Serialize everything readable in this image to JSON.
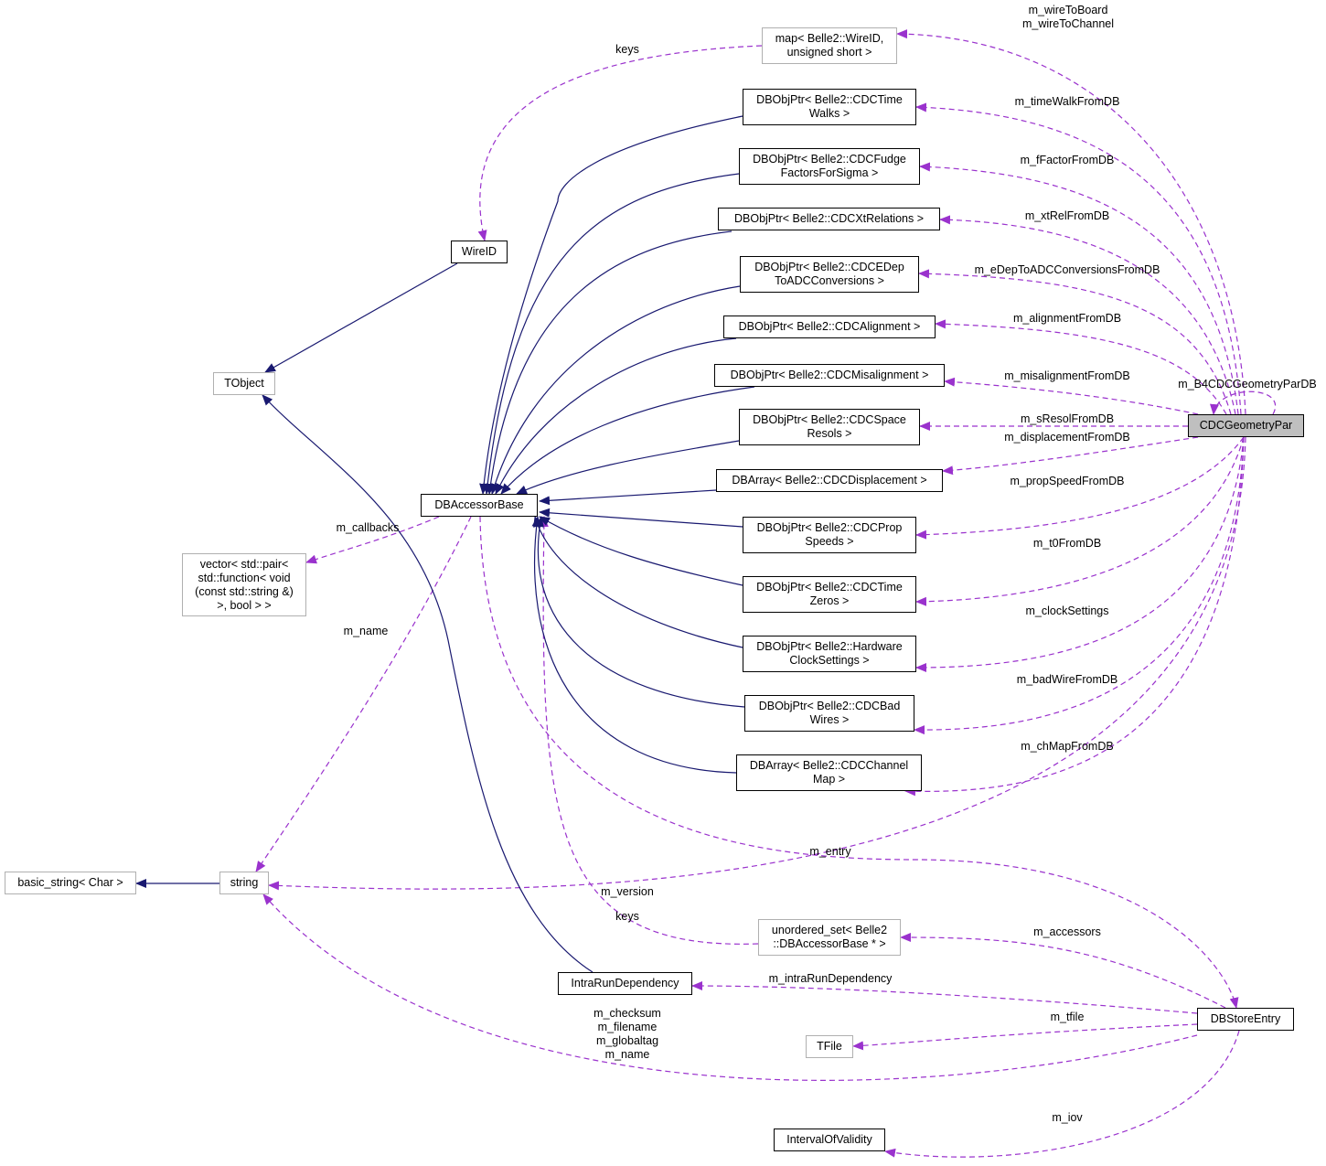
{
  "diagram": {
    "colors": {
      "inheritance": "#191970",
      "usage": "#9a32cd",
      "focus_fill": "#bfbfbf"
    },
    "nodes": {
      "map": "map< Belle2::WireID,\nunsigned short >",
      "timewalks": "DBObjPtr< Belle2::CDCTime\nWalks >",
      "fudge": "DBObjPtr< Belle2::CDCFudge\nFactorsForSigma >",
      "xt": "DBObjPtr< Belle2::CDCXtRelations >",
      "edep": "DBObjPtr< Belle2::CDCEDep\nToADCConversions >",
      "align": "DBObjPtr< Belle2::CDCAlignment >",
      "misalign": "DBObjPtr< Belle2::CDCMisalignment >",
      "space": "DBObjPtr< Belle2::CDCSpace\nResols >",
      "disp": "DBArray< Belle2::CDCDisplacement >",
      "prop": "DBObjPtr< Belle2::CDCProp\nSpeeds >",
      "t0": "DBObjPtr< Belle2::CDCTime\nZeros >",
      "clock": "DBObjPtr< Belle2::Hardware\nClockSettings >",
      "badwire": "DBObjPtr< Belle2::CDCBad\nWires >",
      "chmap": "DBArray< Belle2::CDCChannel\nMap >",
      "cdc": "CDCGeometryPar",
      "wireid": "WireID",
      "tobject": "TObject",
      "dbacc": "DBAccessorBase",
      "vector": "vector< std::pair<\nstd::function< void\n(const std::string &)\n>, bool > >",
      "string": "string",
      "basic": "basic_string< Char >",
      "uset": "unordered_set< Belle2\n::DBAccessorBase * >",
      "intra": "IntraRunDependency",
      "store": "DBStoreEntry",
      "tfile": "TFile",
      "iov": "IntervalOfValidity"
    },
    "edge_labels": {
      "map": "m_wireToBoard\nm_wireToChannel",
      "timewalks": "m_timeWalkFromDB",
      "fudge": "m_fFactorFromDB",
      "xt": "m_xtRelFromDB",
      "edep": "m_eDepToADCConversionsFromDB",
      "align": "m_alignmentFromDB",
      "misalign": "m_misalignmentFromDB",
      "space": "m_sResolFromDB",
      "disp": "m_displacementFromDB",
      "prop": "m_propSpeedFromDB",
      "t0": "m_t0FromDB",
      "clock": "m_clockSettings",
      "badwire": "m_badWireFromDB",
      "chmap": "m_chMapFromDB",
      "self": "m_B4CDCGeometryParDB",
      "version": "m_version",
      "keys_map": "keys",
      "callbacks": "m_callbacks",
      "name": "m_name",
      "entry": "m_entry",
      "keys_uset": "keys",
      "accessors": "m_accessors",
      "intra": "m_intraRunDependency",
      "tfile": "m_tfile",
      "strings": "m_checksum\nm_filename\nm_globaltag\nm_name",
      "iov": "m_iov"
    }
  }
}
